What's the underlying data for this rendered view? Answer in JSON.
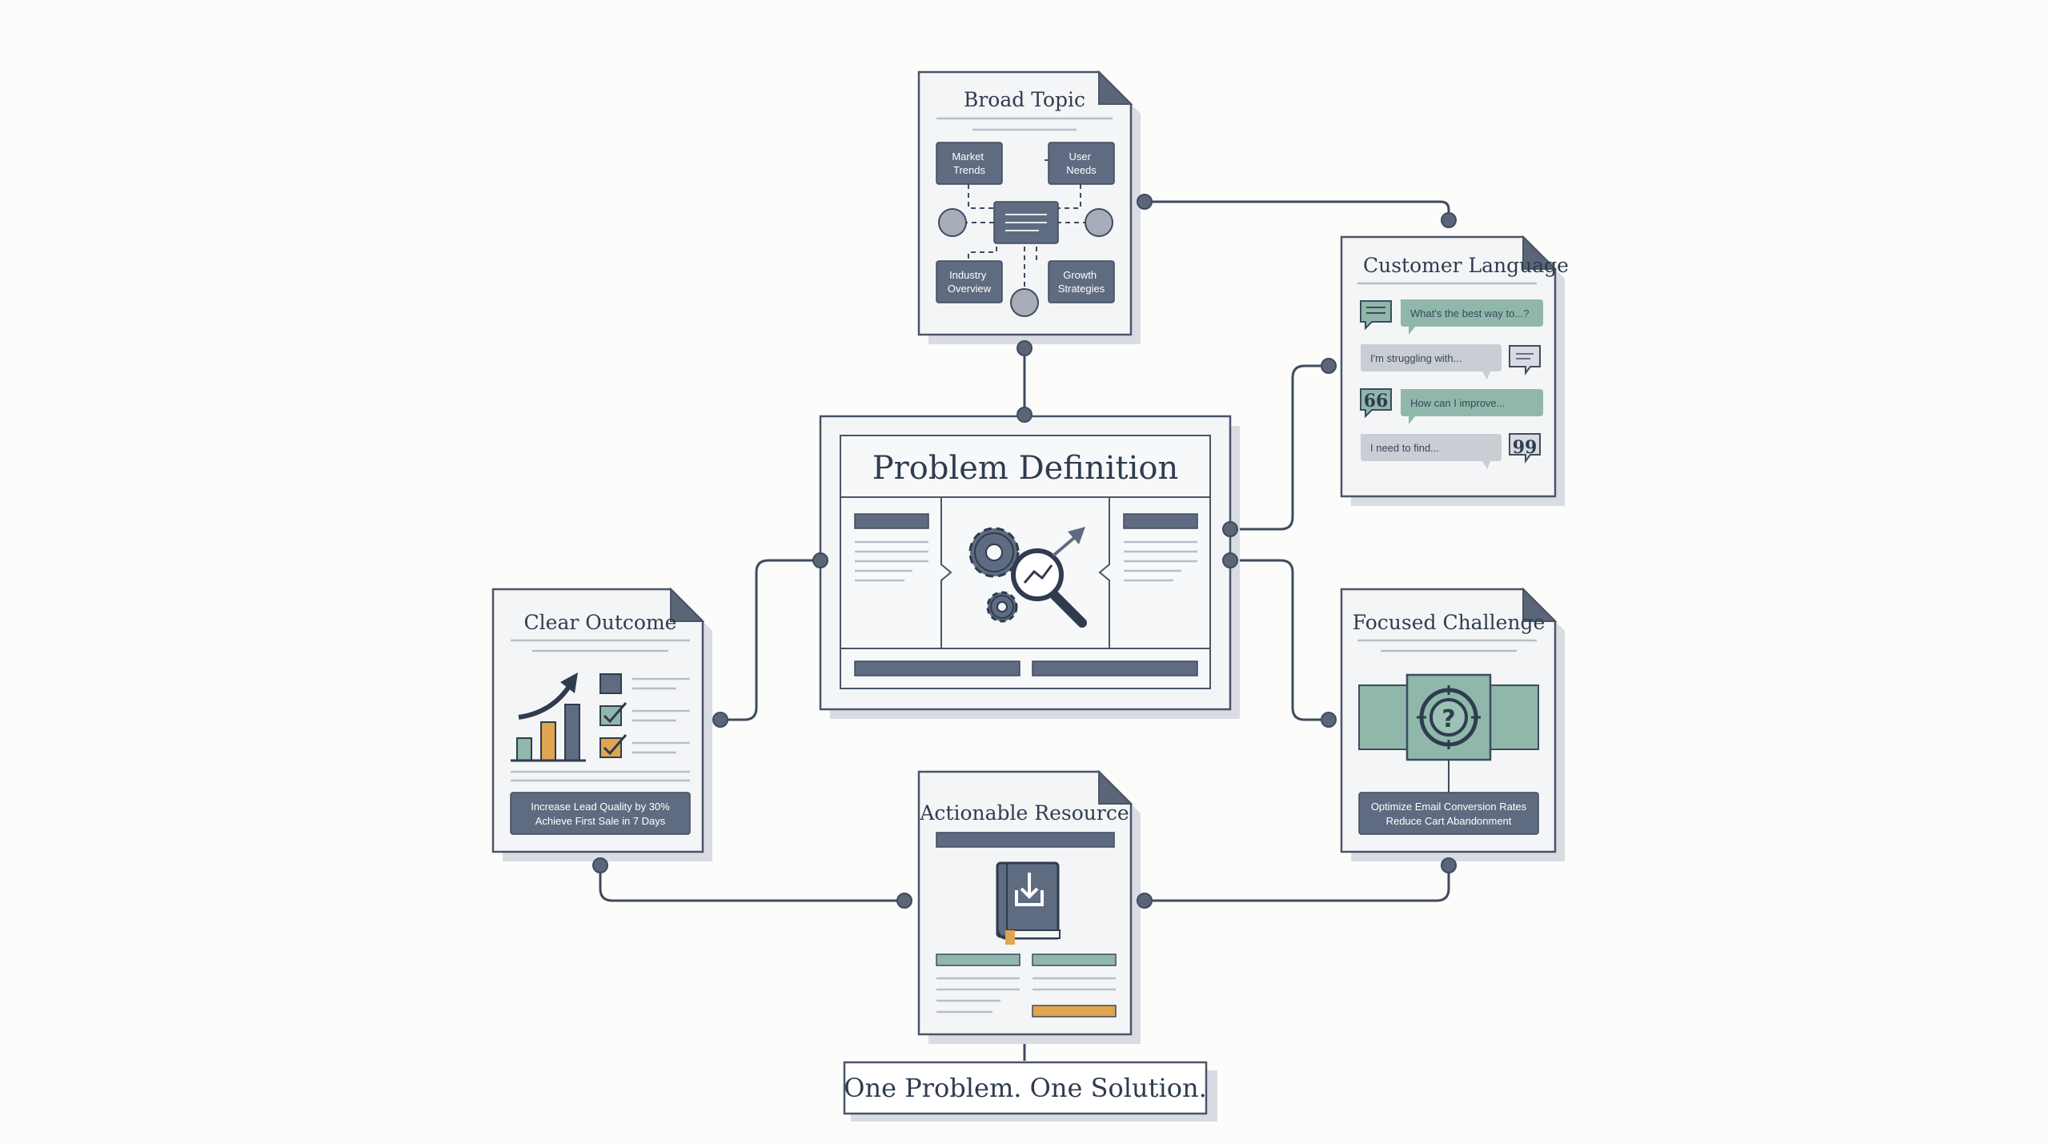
{
  "diagram": {
    "center": {
      "title": "Problem Definition"
    },
    "broad_topic": {
      "title": "Broad Topic",
      "nodes": [
        "Market Trends",
        "User Needs",
        "Industry Overview",
        "Growth Strategies"
      ]
    },
    "customer_language": {
      "title": "Customer Language",
      "bubbles": [
        "What's the best way to...?",
        "I'm struggling with...",
        "How can I improve...",
        "I need to find..."
      ]
    },
    "clear_outcome": {
      "title": "Clear Outcome",
      "banner_lines": [
        "Increase Lead Quality by 30%",
        "Achieve First Sale in 7 Days"
      ]
    },
    "focused_challenge": {
      "title": "Focused Challenge",
      "banner_lines": [
        "Optimize Email Conversion Rates",
        "Reduce Cart Abandonment"
      ]
    },
    "actionable_resource": {
      "title": "Actionable Resource"
    },
    "tagline": "One Problem. One Solution."
  },
  "colors": {
    "slate": "#5f6b80",
    "teal": "#8fb8ab",
    "orange": "#e0a54e",
    "line": "#3f4b5e"
  },
  "icons": [
    "gears-icon",
    "magnifier-chart-icon",
    "growth-arrow-icon",
    "checkbox-icon",
    "chat-bubble-icon",
    "quote-icon",
    "target-question-icon",
    "book-download-icon"
  ]
}
